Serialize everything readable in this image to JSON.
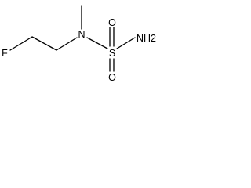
{
  "molecule": {
    "atoms": {
      "fluorine": "F",
      "nitrogen": "N",
      "sulfur": "S",
      "oxygen_top": "O",
      "oxygen_bottom": "O",
      "amine": "NH2"
    }
  }
}
